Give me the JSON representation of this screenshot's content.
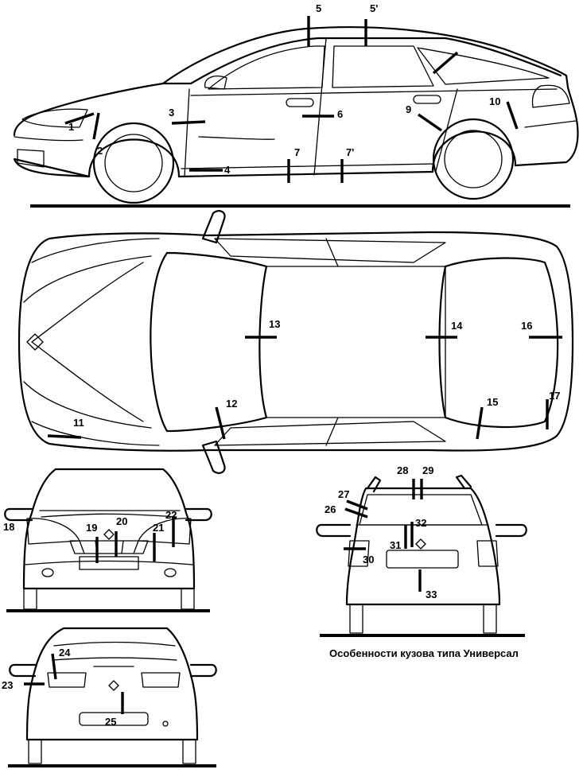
{
  "views": {
    "side": {
      "labels": [
        {
          "id": "1",
          "text": "1"
        },
        {
          "id": "2",
          "text": "2"
        },
        {
          "id": "3",
          "text": "3"
        },
        {
          "id": "4",
          "text": "4"
        },
        {
          "id": "5",
          "text": "5"
        },
        {
          "id": "5p",
          "text": "5'"
        },
        {
          "id": "6",
          "text": "6"
        },
        {
          "id": "7",
          "text": "7"
        },
        {
          "id": "7p",
          "text": "7'"
        },
        {
          "id": "9",
          "text": "9"
        },
        {
          "id": "10",
          "text": "10"
        }
      ]
    },
    "top": {
      "labels": [
        {
          "id": "11",
          "text": "11"
        },
        {
          "id": "12",
          "text": "12"
        },
        {
          "id": "13",
          "text": "13"
        },
        {
          "id": "14",
          "text": "14"
        },
        {
          "id": "15",
          "text": "15"
        },
        {
          "id": "16",
          "text": "16"
        },
        {
          "id": "17",
          "text": "17"
        }
      ]
    },
    "front": {
      "labels": [
        {
          "id": "18",
          "text": "18"
        },
        {
          "id": "19",
          "text": "19"
        },
        {
          "id": "20",
          "text": "20"
        },
        {
          "id": "21",
          "text": "21"
        },
        {
          "id": "22",
          "text": "22"
        }
      ]
    },
    "rear": {
      "labels": [
        {
          "id": "23",
          "text": "23"
        },
        {
          "id": "24",
          "text": "24"
        },
        {
          "id": "25",
          "text": "25"
        }
      ]
    },
    "wagon": {
      "caption": "Особенности кузова типа Универсал",
      "labels": [
        {
          "id": "26",
          "text": "26"
        },
        {
          "id": "27",
          "text": "27"
        },
        {
          "id": "28",
          "text": "28"
        },
        {
          "id": "29",
          "text": "29"
        },
        {
          "id": "30",
          "text": "30"
        },
        {
          "id": "31",
          "text": "31"
        },
        {
          "id": "32",
          "text": "32"
        },
        {
          "id": "33",
          "text": "33"
        }
      ]
    }
  }
}
